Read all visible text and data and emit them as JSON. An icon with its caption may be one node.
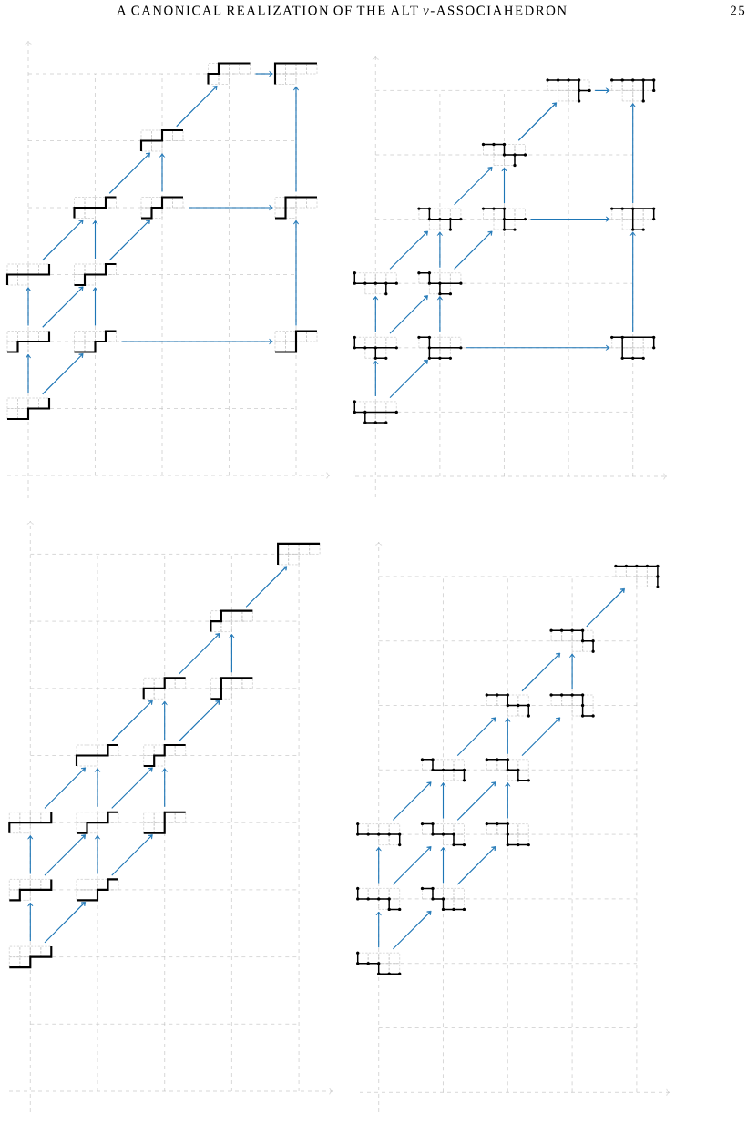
{
  "diagram": {
    "nodes": [
      {
        "text": [],
        "shape": "picture"
      },
      {
        "text": [],
        "shape": "picture"
      },
      {
        "text": [],
        "shape": "picture"
      },
      {
        "text": [],
        "shape": "picture"
      },
      {
        "text": [],
        "shape": "picture"
      },
      {
        "text": [],
        "shape": "picture"
      },
      {
        "text": [],
        "shape": "picture"
      },
      {
        "text": [],
        "shape": "picture"
      },
      {
        "text": [],
        "shape": "picture"
      },
      {
        "text": [],
        "shape": "picture"
      },
      {
        "text": [],
        "shape": "picture"
      },
      {
        "text": [],
        "shape": "picture"
      },
      {
        "text": [],
        "shape": "picture"
      },
      {
        "text": [],
        "shape": "picture"
      },
      {
        "text": [],
        "shape": "picture"
      },
      {
        "text": [],
        "shape": "picture"
      },
      {
        "text": [],
        "shape": "picture"
      },
      {
        "text": [],
        "shape": "picture"
      },
      {
        "text": [],
        "shape": "picture"
      },
      {
        "text": [],
        "shape": "picture"
      },
      {
        "text": [],
        "shape": "picture"
      },
      {
        "text": [],
        "shape": "picture"
      },
      {
        "text": [],
        "shape": "picture"
      },
      {
        "text": [],
        "shape": "picture"
      },
      {
        "text": [],
        "shape": "picture"
      },
      {
        "text": [],
        "shape": "picture"
      },
      {
        "text": [],
        "shape": "picture"
      },
      {
        "text": [],
        "shape": "picture"
      },
      {
        "text": [],
        "shape": "picture"
      },
      {
        "text": [],
        "shape": "picture"
      },
      {
        "text": [],
        "shape": "picture"
      },
      {
        "text": [],
        "shape": "picture"
      },
      {
        "text": [],
        "shape": "picture"
      },
      {
        "text": [],
        "shape": "picture"
      },
      {
        "text": [],
        "shape": "picture"
      },
      {
        "text": [],
        "shape": "picture"
      },
      {
        "text": [],
        "shape": "picture"
      },
      {
        "text": [],
        "shape": "picture"
      },
      {
        "text": [],
        "shape": "picture"
      },
      {
        "text": [],
        "shape": "picture"
      },
      {
        "text": [],
        "shape": "picture"
      },
      {
        "text": [],
        "shape": "picture"
      },
      {
        "text": [],
        "shape": "picture"
      },
      {
        "text": [],
        "shape": "picture"
      },
      {
        "text": [],
        "shape": "picture"
      },
      {
        "text": [],
        "shape": "picture"
      },
      {
        "text": [],
        "shape": "picture"
      },
      {
        "text": [],
        "shape": "picture"
      }
    ],
    "edges": [
      {
        "from": 11,
        "to": 8,
        "arrow": "to"
      },
      {
        "from": 11,
        "to": 9,
        "arrow": "to"
      },
      {
        "from": 8,
        "to": 6,
        "arrow": "to"
      },
      {
        "from": 8,
        "to": 7,
        "arrow": "to"
      },
      {
        "from": 9,
        "to": 7,
        "arrow": "to"
      },
      {
        "from": 9,
        "to": 10,
        "arrow": "to"
      },
      {
        "from": 6,
        "to": 3,
        "arrow": "to"
      },
      {
        "from": 7,
        "to": 3,
        "arrow": "to"
      },
      {
        "from": 7,
        "to": 4,
        "arrow": "to"
      },
      {
        "from": 3,
        "to": 2,
        "arrow": "to"
      },
      {
        "from": 4,
        "to": 2,
        "arrow": "to"
      },
      {
        "from": 4,
        "to": 5,
        "arrow": "to"
      },
      {
        "from": 2,
        "to": 0,
        "arrow": "to"
      },
      {
        "from": 0,
        "to": 1,
        "arrow": "to"
      },
      {
        "from": 5,
        "to": 1,
        "arrow": "to"
      },
      {
        "from": 10,
        "to": 5,
        "arrow": "to"
      },
      {
        "from": 23,
        "to": 20,
        "arrow": "to"
      },
      {
        "from": 23,
        "to": 21,
        "arrow": "to"
      },
      {
        "from": 20,
        "to": 18,
        "arrow": "to"
      },
      {
        "from": 20,
        "to": 19,
        "arrow": "to"
      },
      {
        "from": 21,
        "to": 19,
        "arrow": "to"
      },
      {
        "from": 21,
        "to": 22,
        "arrow": "to"
      },
      {
        "from": 18,
        "to": 15,
        "arrow": "to"
      },
      {
        "from": 19,
        "to": 15,
        "arrow": "to"
      },
      {
        "from": 19,
        "to": 16,
        "arrow": "to"
      },
      {
        "from": 15,
        "to": 14,
        "arrow": "to"
      },
      {
        "from": 16,
        "to": 14,
        "arrow": "to"
      },
      {
        "from": 16,
        "to": 17,
        "arrow": "to"
      },
      {
        "from": 14,
        "to": 12,
        "arrow": "to"
      },
      {
        "from": 12,
        "to": 13,
        "arrow": "to"
      },
      {
        "from": 17,
        "to": 13,
        "arrow": "to"
      },
      {
        "from": 22,
        "to": 17,
        "arrow": "to"
      },
      {
        "from": 35,
        "to": 33,
        "arrow": "to"
      },
      {
        "from": 35,
        "to": 34,
        "arrow": "to"
      },
      {
        "from": 33,
        "to": 30,
        "arrow": "to"
      },
      {
        "from": 33,
        "to": 31,
        "arrow": "to"
      },
      {
        "from": 34,
        "to": 31,
        "arrow": "to"
      },
      {
        "from": 34,
        "to": 32,
        "arrow": "to"
      },
      {
        "from": 30,
        "to": 28,
        "arrow": "to"
      },
      {
        "from": 31,
        "to": 28,
        "arrow": "to"
      },
      {
        "from": 31,
        "to": 29,
        "arrow": "to"
      },
      {
        "from": 32,
        "to": 29,
        "arrow": "to"
      },
      {
        "from": 28,
        "to": 26,
        "arrow": "to"
      },
      {
        "from": 29,
        "to": 26,
        "arrow": "to"
      },
      {
        "from": 29,
        "to": 27,
        "arrow": "to"
      },
      {
        "from": 26,
        "to": 25,
        "arrow": "to"
      },
      {
        "from": 27,
        "to": 25,
        "arrow": "to"
      },
      {
        "from": 25,
        "to": 24,
        "arrow": "to"
      },
      {
        "from": 47,
        "to": 45,
        "arrow": "to"
      },
      {
        "from": 47,
        "to": 46,
        "arrow": "to"
      },
      {
        "from": 45,
        "to": 42,
        "arrow": "to"
      },
      {
        "from": 45,
        "to": 43,
        "arrow": "to"
      },
      {
        "from": 46,
        "to": 43,
        "arrow": "to"
      },
      {
        "from": 46,
        "to": 44,
        "arrow": "to"
      },
      {
        "from": 42,
        "to": 40,
        "arrow": "to"
      },
      {
        "from": 43,
        "to": 40,
        "arrow": "to"
      },
      {
        "from": 43,
        "to": 41,
        "arrow": "to"
      },
      {
        "from": 44,
        "to": 41,
        "arrow": "to"
      },
      {
        "from": 40,
        "to": 38,
        "arrow": "to"
      },
      {
        "from": 41,
        "to": 38,
        "arrow": "to"
      },
      {
        "from": 41,
        "to": 39,
        "arrow": "to"
      },
      {
        "from": 38,
        "to": 37,
        "arrow": "to"
      },
      {
        "from": 39,
        "to": 37,
        "arrow": "to"
      },
      {
        "from": 37,
        "to": 36,
        "arrow": "to"
      }
    ],
    "labels": [
      "A CANONICAL REALIZATION OF THE ALT *ν*-ASSOCIAHEDRON",
      "25"
    ]
  }
}
